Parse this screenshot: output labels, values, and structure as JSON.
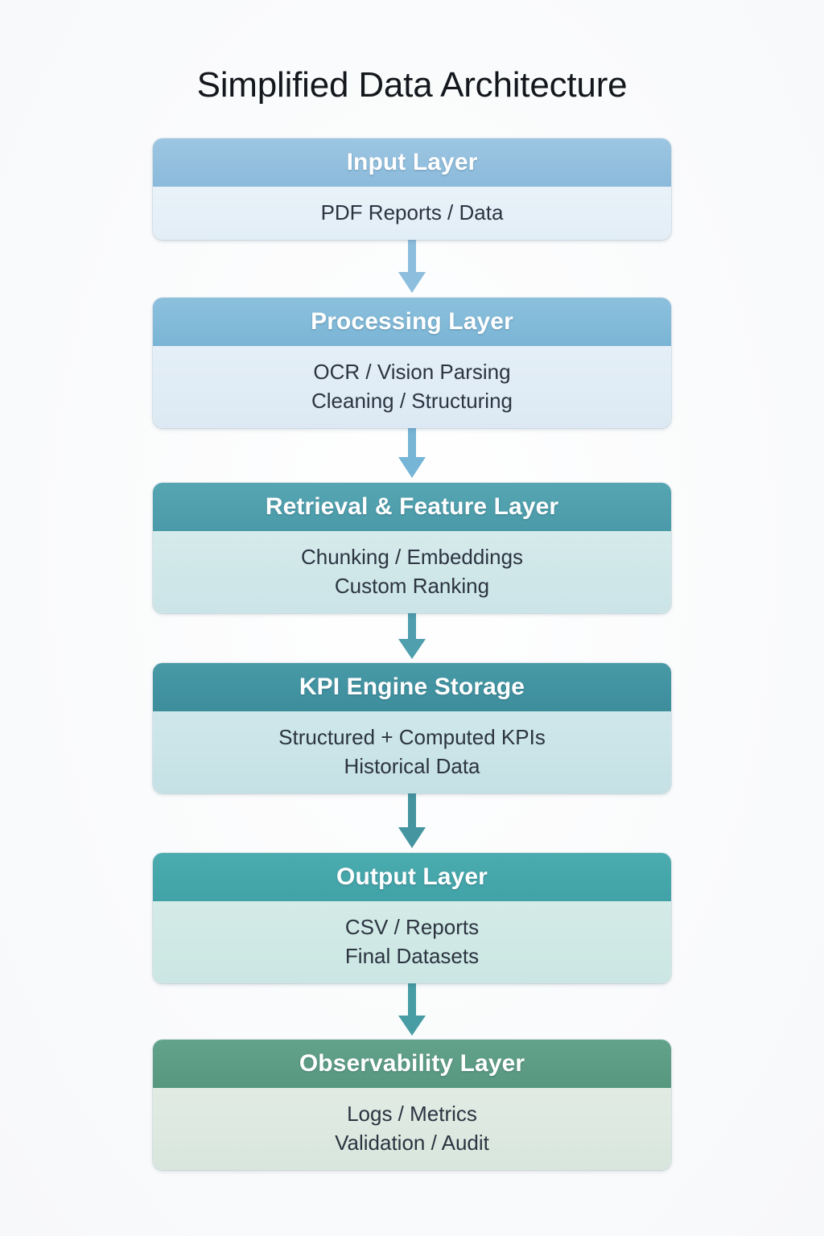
{
  "page": {
    "title": "Simplified Data Architecture",
    "background_color": "#fbfcfd",
    "title_color": "#14181d"
  },
  "diagram": {
    "type": "flowchart-vertical",
    "direction": "top-to-bottom",
    "node_count": 6,
    "connector_count": 5,
    "nodes": [
      {
        "id": "input-layer",
        "header": "Input Layer",
        "lines": [
          "PDF Reports / Data"
        ],
        "header_color": "#8bbadb",
        "body_color": "#e6f0f8"
      },
      {
        "id": "processing-layer",
        "header": "Processing Layer",
        "lines": [
          "OCR / Vision Parsing",
          "Cleaning / Structuring"
        ],
        "header_color": "#7ab4d5",
        "body_color": "#e0ecf6"
      },
      {
        "id": "retrieval-feature-layer",
        "header": "Retrieval & Feature Layer",
        "lines": [
          "Chunking / Embeddings",
          "Custom Ranking"
        ],
        "header_color": "#4c9fae",
        "body_color": "#cfe8ea"
      },
      {
        "id": "kpi-engine-storage",
        "header": "KPI Engine Storage",
        "lines": [
          "Structured + Computed KPIs",
          "Historical Data"
        ],
        "header_color": "#3f919f",
        "body_color": "#c9e3e7"
      },
      {
        "id": "output-layer",
        "header": "Output Layer",
        "lines": [
          "CSV / Reports",
          "Final Datasets"
        ],
        "header_color": "#45a7ab",
        "body_color": "#cfe8e4"
      },
      {
        "id": "observability-layer",
        "header": "Observability Layer",
        "lines": [
          "Logs / Metrics",
          "Validation / Audit"
        ],
        "header_color": "#5c9b85",
        "body_color": "#dfeae3"
      }
    ],
    "connectors": [
      {
        "id": "arrow-input-to-processing",
        "from": "input-layer",
        "to": "processing-layer",
        "color": "#8dbedd"
      },
      {
        "id": "arrow-processing-to-retrieval",
        "from": "processing-layer",
        "to": "retrieval-feature-layer",
        "color": "#77b5d6"
      },
      {
        "id": "arrow-retrieval-to-kpi",
        "from": "retrieval-feature-layer",
        "to": "kpi-engine-storage",
        "color": "#4f9fae"
      },
      {
        "id": "arrow-kpi-to-output",
        "from": "kpi-engine-storage",
        "to": "output-layer",
        "color": "#44959f"
      },
      {
        "id": "arrow-output-to-observability",
        "from": "output-layer",
        "to": "observability-layer",
        "color": "#489da4"
      }
    ]
  }
}
